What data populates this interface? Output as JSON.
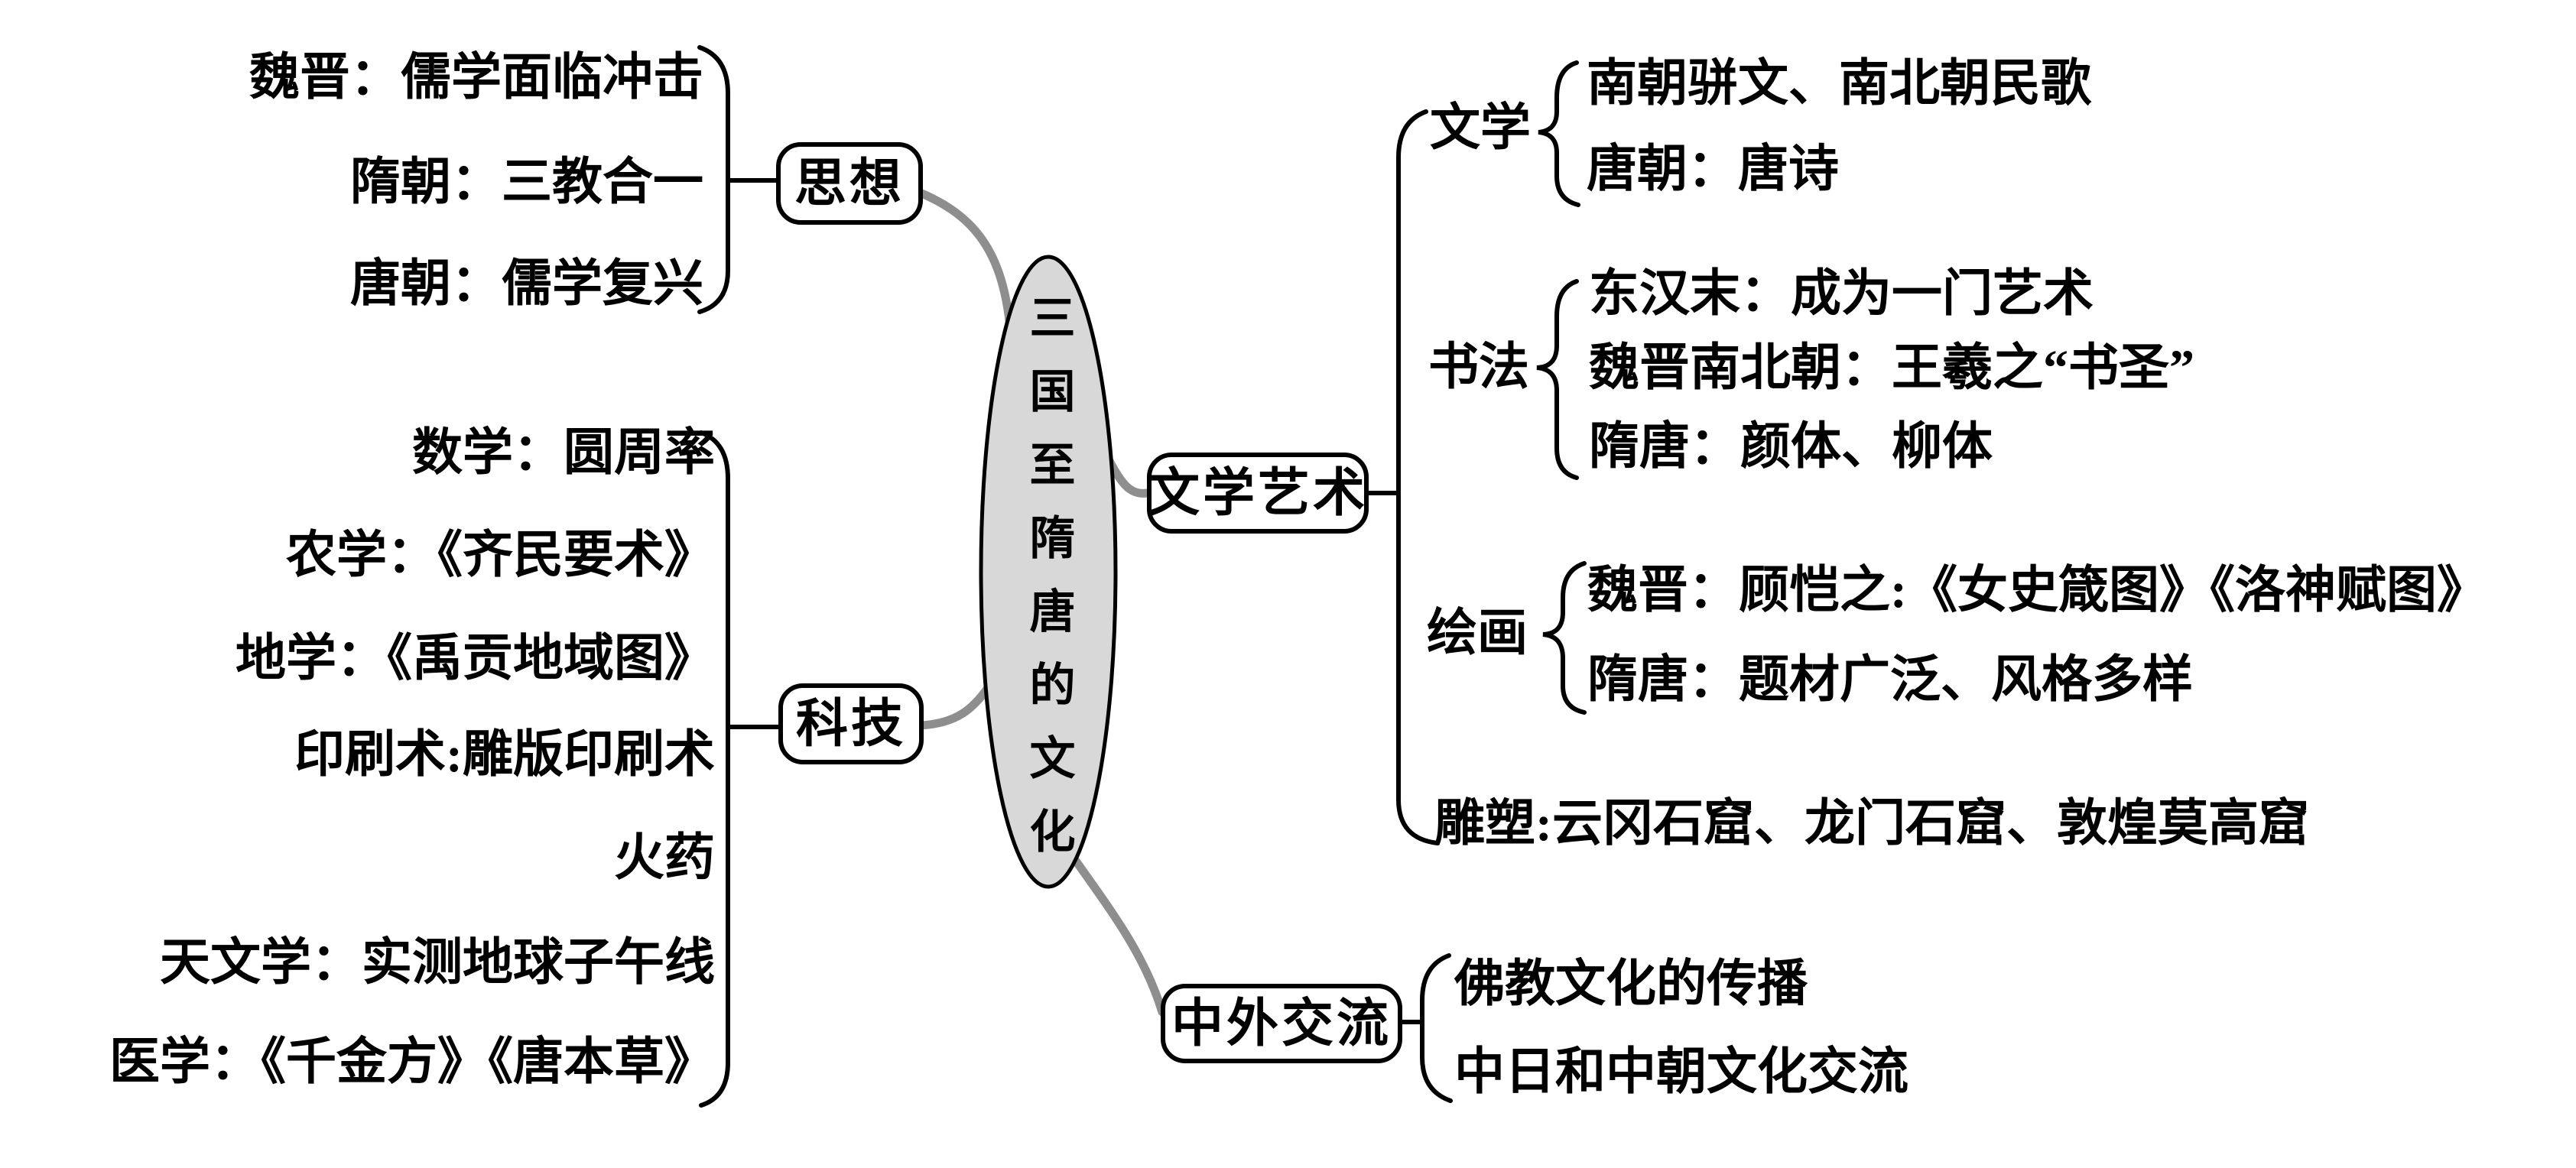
{
  "center": {
    "label": "三国至隋唐的文化"
  },
  "colors": {
    "ellipse_fill": "#d8d8d8",
    "connector_gray": "#8e8e8e",
    "line_black": "#000000"
  },
  "branches": {
    "thought": {
      "label": "思想",
      "items": [
        "魏晋：儒学面临冲击",
        "隋朝：三教合一",
        "唐朝：儒学复兴"
      ]
    },
    "technology": {
      "label": "科技",
      "items": [
        "数学：圆周率",
        "农学：《齐民要术》",
        "地学：《禹贡地域图》",
        "印刷术:雕版印刷术",
        "火药",
        "天文学：实测地球子午线",
        "医学：《千金方》《唐本草》"
      ]
    },
    "literature_art": {
      "label": "文学艺术",
      "subgroups": [
        {
          "label": "文学",
          "items": [
            "南朝骈文、南北朝民歌",
            "唐朝：唐诗"
          ]
        },
        {
          "label": "书法",
          "items": [
            "东汉末：成为一门艺术",
            "魏晋南北朝：王羲之“书圣”",
            "隋唐：颜体、柳体"
          ]
        },
        {
          "label": "绘画",
          "items": [
            "魏晋：顾恺之:《女史箴图》《洛神赋图》",
            "隋唐：题材广泛、风格多样"
          ]
        }
      ],
      "sculpture_item": "雕塑:云冈石窟、龙门石窟、敦煌莫高窟"
    },
    "exchange": {
      "label": "中外交流",
      "items": [
        "佛教文化的传播",
        "中日和中朝文化交流"
      ]
    }
  }
}
